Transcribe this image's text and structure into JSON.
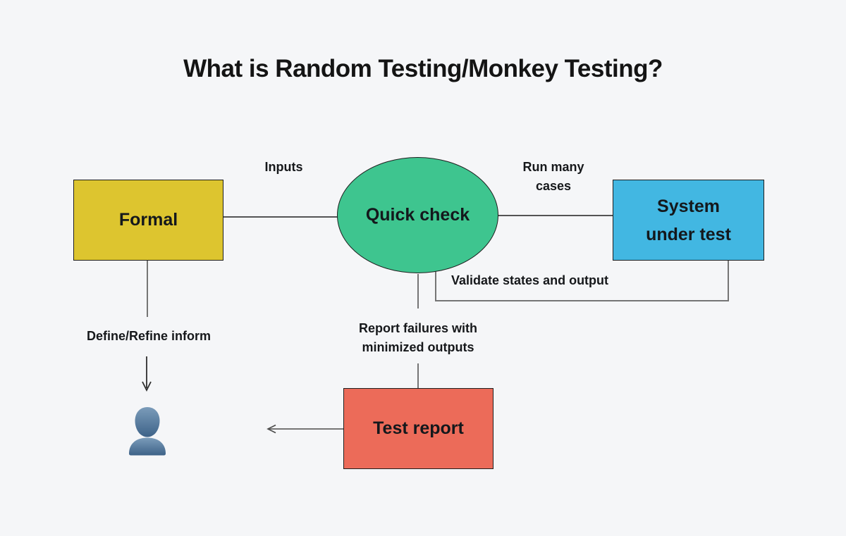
{
  "title": "What is Random Testing/Monkey Testing?",
  "nodes": {
    "formal": {
      "label": "Formal",
      "shape": "rectangle",
      "color": "#ddc52f"
    },
    "quick_check": {
      "label": "Quick check",
      "shape": "ellipse",
      "color": "#3ec58f"
    },
    "system_under_test": {
      "label": "System\nunder test",
      "shape": "rectangle",
      "color": "#42b7e2"
    },
    "test_report": {
      "label": "Test report",
      "shape": "rectangle",
      "color": "#ec6b59"
    }
  },
  "edge_labels": {
    "inputs": "Inputs",
    "run_many_cases": "Run many\ncases",
    "validate": "Validate states and output",
    "report_failures": "Report failures with\nminimized outputs",
    "define_refine": "Define/Refine inform"
  },
  "icons": {
    "person": "person-icon"
  },
  "colors": {
    "background": "#f5f6f8",
    "title_text": "#141414",
    "node_border": "#1f1f1f",
    "dark_connector": "#1f1f1f",
    "gray_connector": "#757575",
    "person_top": "#7b9cba",
    "person_bottom": "#3d6288"
  }
}
